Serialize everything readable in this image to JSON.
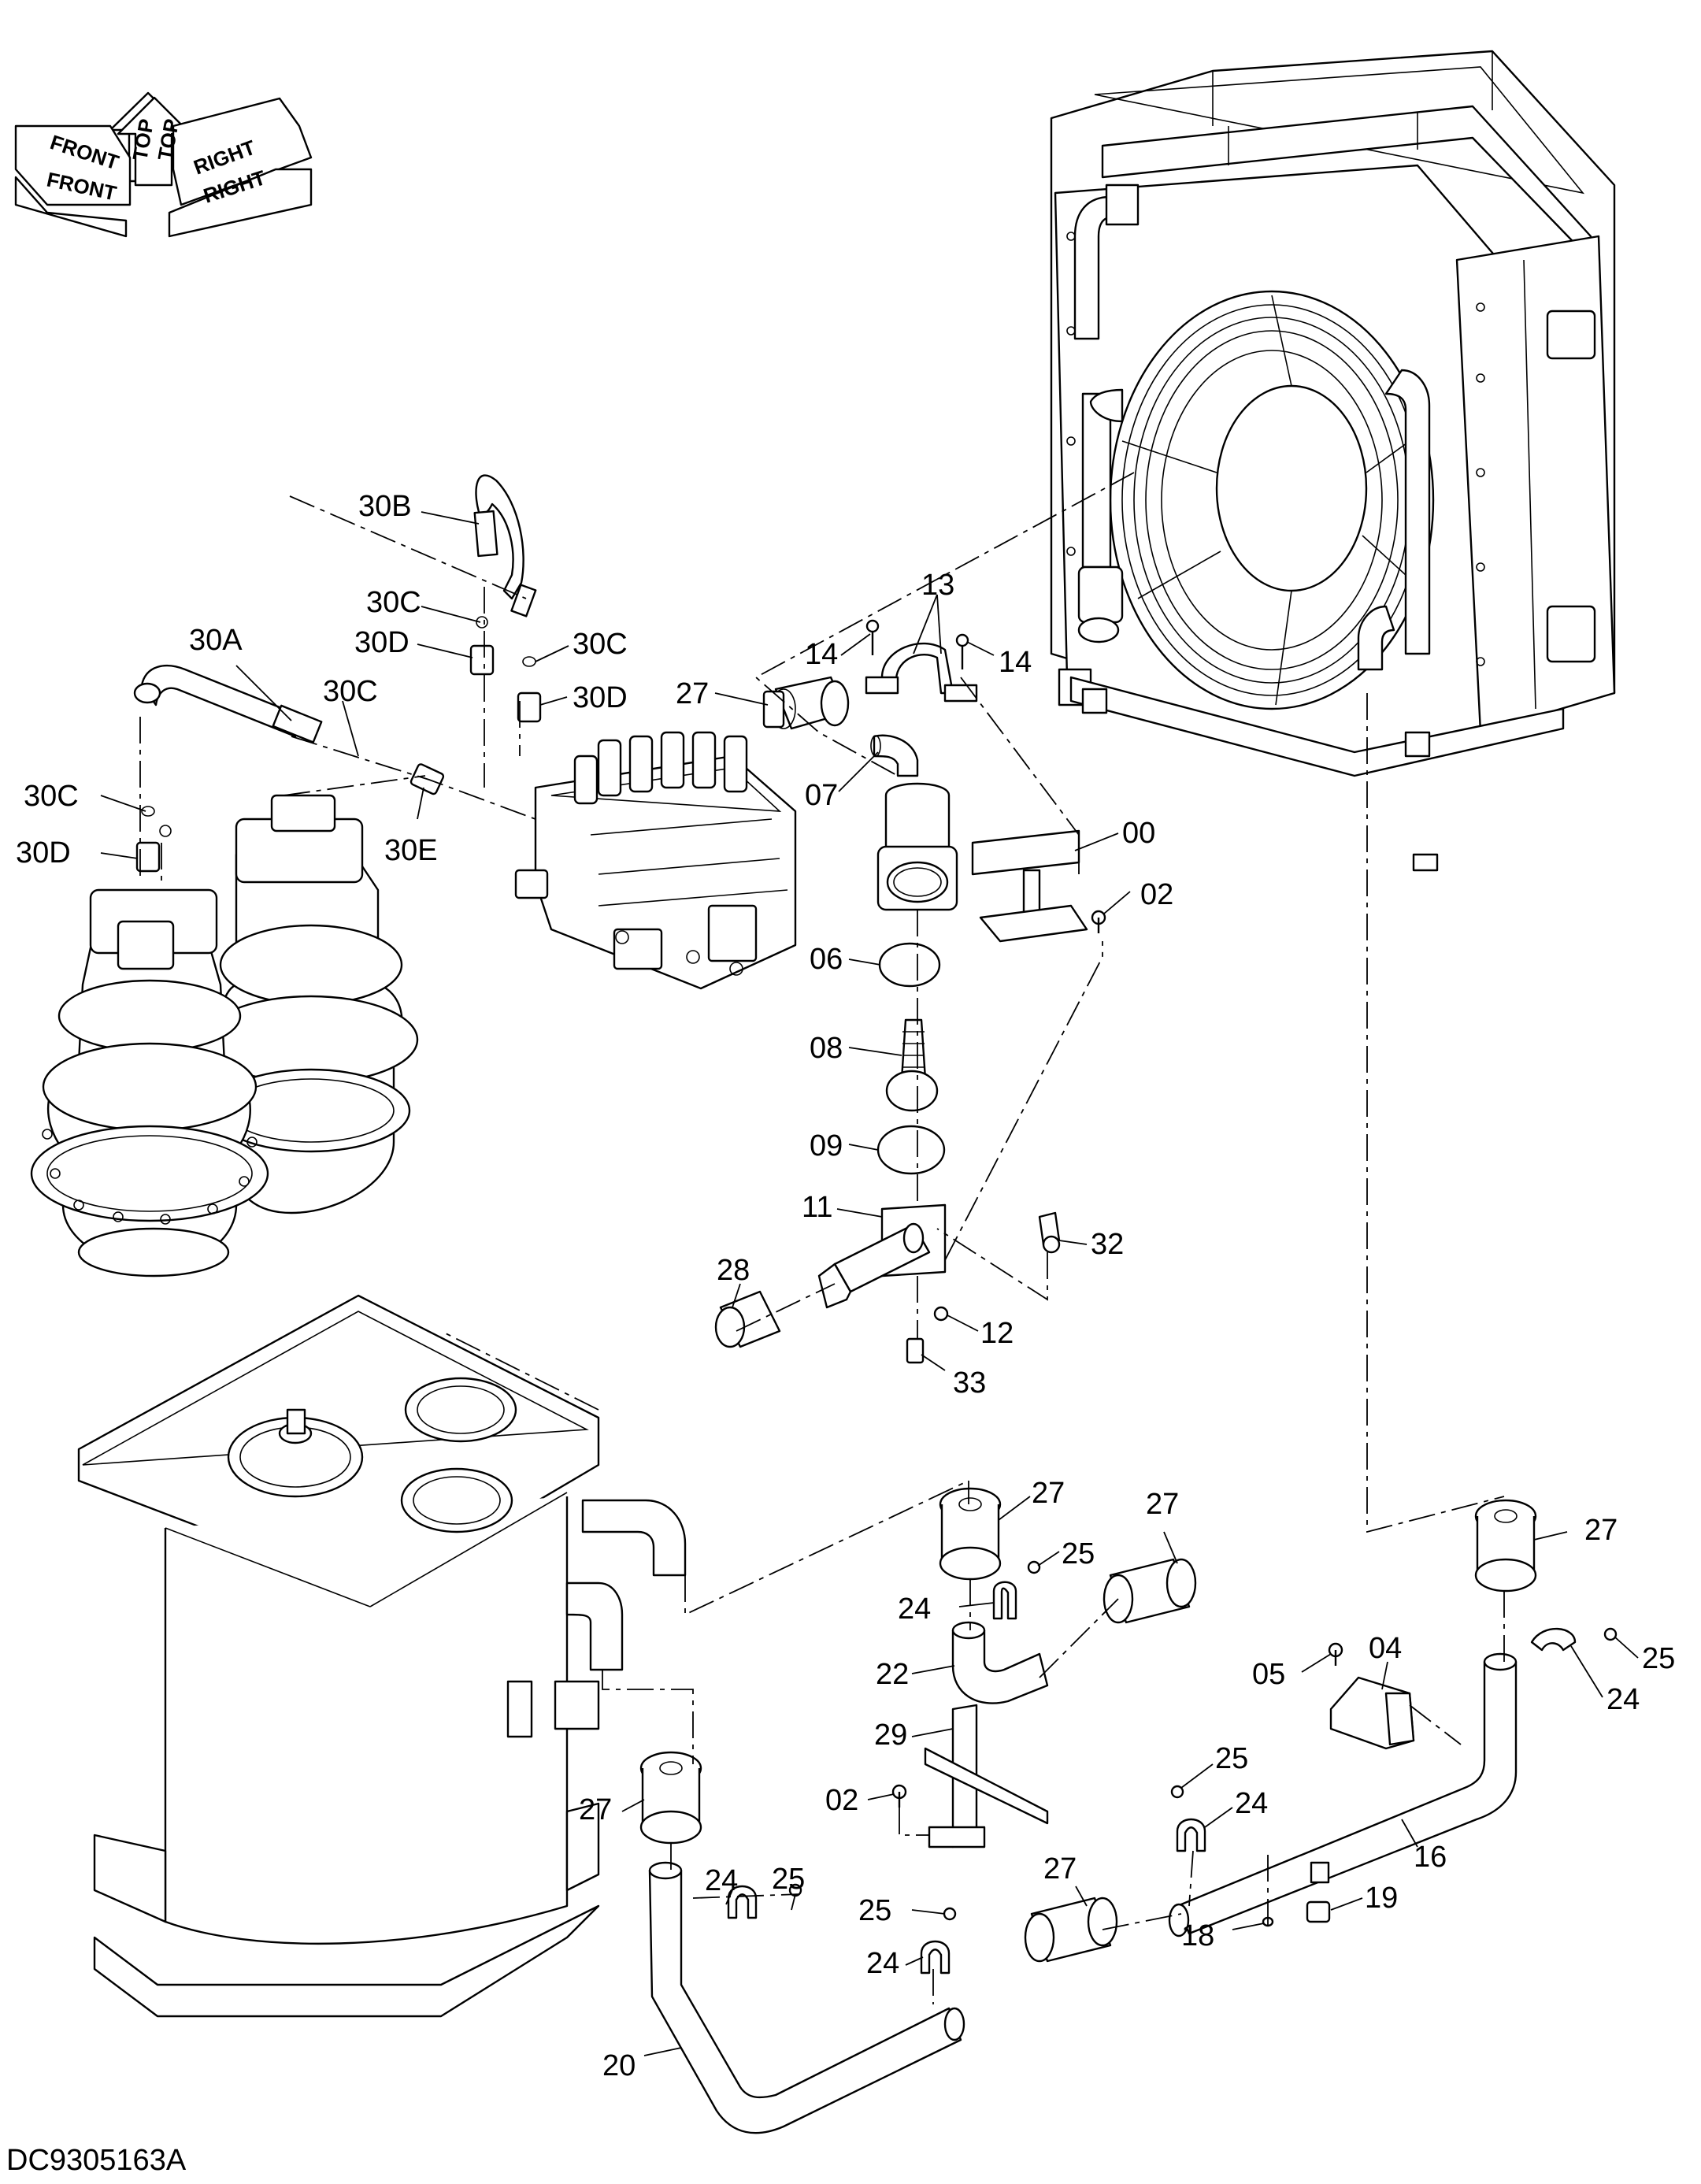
{
  "drawing_code": "DC9305163A",
  "orientation": {
    "top": "TOP",
    "front": "FRONT",
    "right": "RIGHT"
  },
  "callouts": [
    {
      "id": "c-30b",
      "text": "30B"
    },
    {
      "id": "c-30c-a",
      "text": "30C"
    },
    {
      "id": "c-30d-a",
      "text": "30D"
    },
    {
      "id": "c-30c-b",
      "text": "30C"
    },
    {
      "id": "c-30d-b",
      "text": "30D"
    },
    {
      "id": "c-30a",
      "text": "30A"
    },
    {
      "id": "c-30c-c",
      "text": "30C"
    },
    {
      "id": "c-30c-d",
      "text": "30C"
    },
    {
      "id": "c-30d-c",
      "text": "30D"
    },
    {
      "id": "c-30e",
      "text": "30E"
    },
    {
      "id": "c-13",
      "text": "13"
    },
    {
      "id": "c-14-a",
      "text": "14"
    },
    {
      "id": "c-14-b",
      "text": "14"
    },
    {
      "id": "c-27-a",
      "text": "27"
    },
    {
      "id": "c-07",
      "text": "07"
    },
    {
      "id": "c-00",
      "text": "00"
    },
    {
      "id": "c-02-a",
      "text": "02"
    },
    {
      "id": "c-06",
      "text": "06"
    },
    {
      "id": "c-08",
      "text": "08"
    },
    {
      "id": "c-09",
      "text": "09"
    },
    {
      "id": "c-11",
      "text": "11"
    },
    {
      "id": "c-32",
      "text": "32"
    },
    {
      "id": "c-28",
      "text": "28"
    },
    {
      "id": "c-12",
      "text": "12"
    },
    {
      "id": "c-33",
      "text": "33"
    },
    {
      "id": "c-27-b",
      "text": "27"
    },
    {
      "id": "c-27-c",
      "text": "27"
    },
    {
      "id": "c-27-d",
      "text": "27"
    },
    {
      "id": "c-25-a",
      "text": "25"
    },
    {
      "id": "c-24-a",
      "text": "24"
    },
    {
      "id": "c-22",
      "text": "22"
    },
    {
      "id": "c-29",
      "text": "29"
    },
    {
      "id": "c-02-b",
      "text": "02"
    },
    {
      "id": "c-05",
      "text": "05"
    },
    {
      "id": "c-04",
      "text": "04"
    },
    {
      "id": "c-25-b",
      "text": "25"
    },
    {
      "id": "c-24-b",
      "text": "24"
    },
    {
      "id": "c-25-c",
      "text": "25"
    },
    {
      "id": "c-24-c",
      "text": "24"
    },
    {
      "id": "c-16",
      "text": "16"
    },
    {
      "id": "c-27-e",
      "text": "27"
    },
    {
      "id": "c-24-d",
      "text": "24"
    },
    {
      "id": "c-25-d",
      "text": "25"
    },
    {
      "id": "c-27-f",
      "text": "27"
    },
    {
      "id": "c-25-e",
      "text": "25"
    },
    {
      "id": "c-24-e",
      "text": "24"
    },
    {
      "id": "c-19",
      "text": "19"
    },
    {
      "id": "c-18",
      "text": "18"
    },
    {
      "id": "c-20",
      "text": "20"
    }
  ]
}
